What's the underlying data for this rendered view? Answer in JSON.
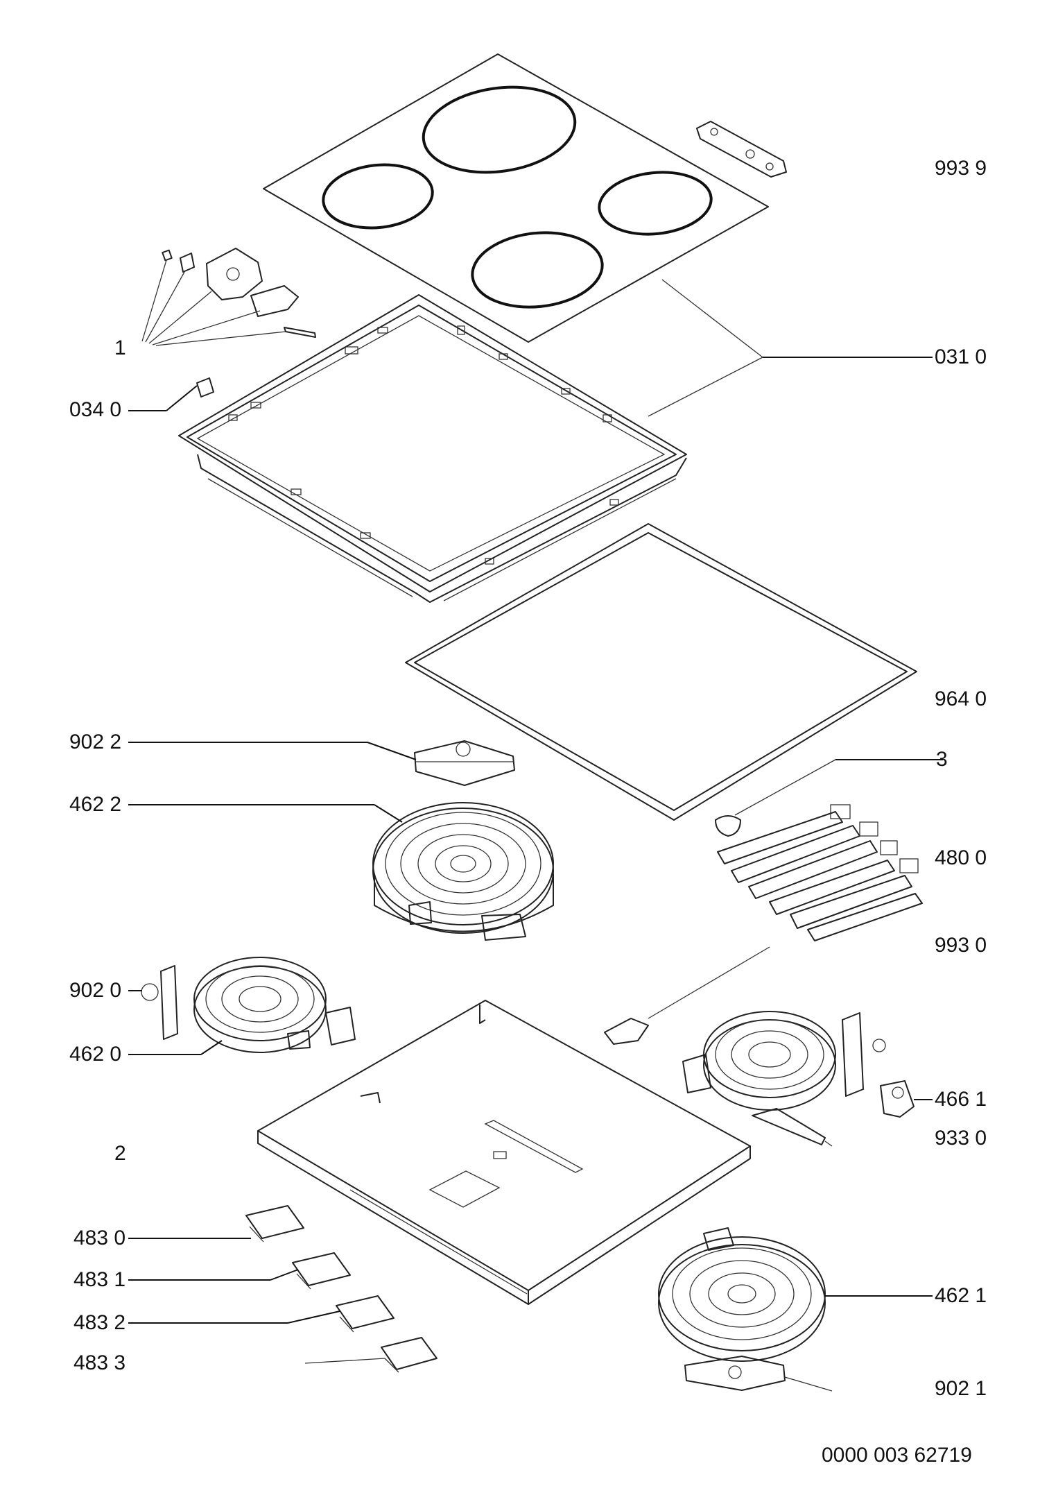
{
  "labels": {
    "p993_9": "993 9",
    "p1": "1",
    "p031_0": "031 0",
    "p034_0": "034 0",
    "p964_0": "964 0",
    "p902_2": "902 2",
    "p3": "3",
    "p462_2": "462 2",
    "p480_0": "480 0",
    "p993_0": "993 0",
    "p902_0": "902 0",
    "p462_0": "462 0",
    "p466_1": "466 1",
    "p933_0": "933 0",
    "p2": "2",
    "p483_0": "483 0",
    "p483_1": "483 1",
    "p483_2": "483 2",
    "p483_3": "483 3",
    "p462_1": "462 1",
    "p902_1": "902 1"
  },
  "footer": {
    "drawing_number": "0000 003 62719"
  }
}
